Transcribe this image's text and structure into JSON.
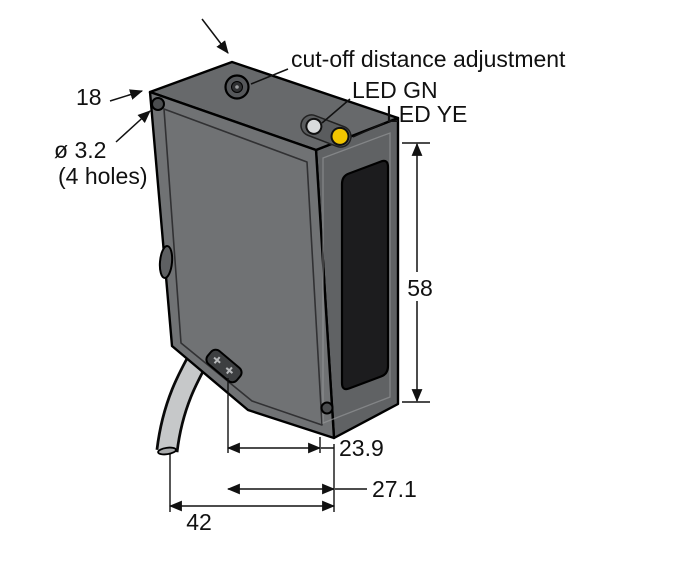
{
  "drawing": {
    "labels": {
      "adjustment": "cut-off distance adjustment",
      "led_green": "LED GN",
      "led_yellow": "LED YE",
      "hole_diameter": "ø 3.2",
      "hole_count": "(4 holes)"
    },
    "dimensions": {
      "depth_mm": "18",
      "height_mm": "58",
      "offset_a_mm": "23.9",
      "offset_b_mm": "27.1",
      "width_mm": "42"
    },
    "colors": {
      "outline": "#111111",
      "body_top": "#67696b",
      "body_front": "#707274",
      "body_side": "#606264",
      "lens_window": "#1c1c1e",
      "led_green_off": "#d9dbdc",
      "led_yellow": "#f2c500",
      "cable": "#c6c8c9"
    }
  }
}
